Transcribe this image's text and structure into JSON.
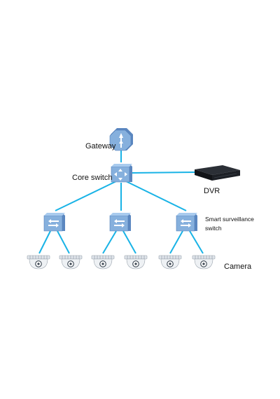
{
  "labels": {
    "gateway": "Gateway",
    "core_switch": "Core switch",
    "dvr": "DVR",
    "smart_switch": "Smart surveillance switch",
    "camera": "Camera"
  },
  "colors": {
    "link": "#19b3e6",
    "device_face": "#7fa9d8",
    "device_edge": "#4f7cb7",
    "dvr_body": "#1a1d22",
    "camera_body": "#e3e8ee"
  },
  "icons": {
    "gateway": "gateway-icon",
    "core_switch": "core-switch-icon",
    "smart_switch": "switch-icon",
    "dvr": "dvr-icon",
    "camera": "dome-camera-icon"
  }
}
